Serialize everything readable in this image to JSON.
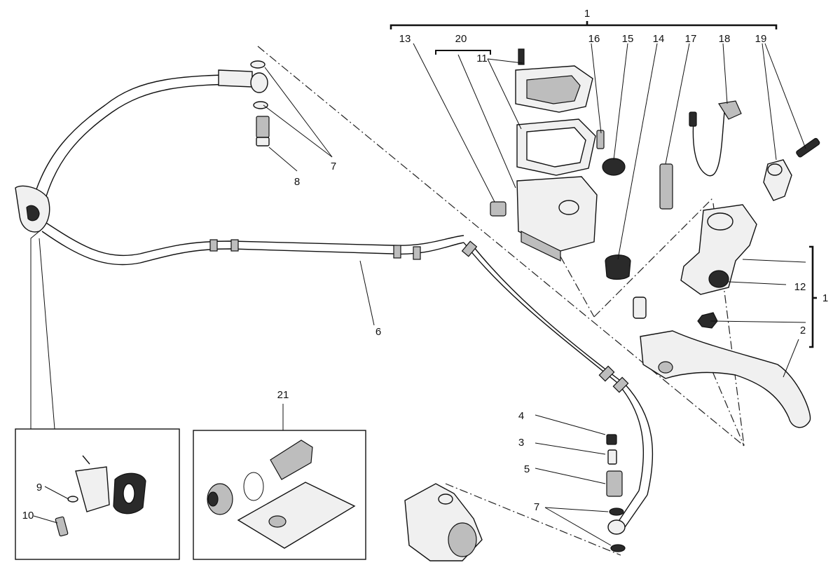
{
  "callouts": {
    "c1": "1",
    "c1b": "1",
    "c2": "2",
    "c3": "3",
    "c4": "4",
    "c5": "5",
    "c6": "6",
    "c7a": "7",
    "c7b": "7",
    "c8": "8",
    "c9": "9",
    "c10": "10",
    "c11": "11",
    "c12": "12",
    "c13": "13",
    "c14": "14",
    "c15": "15",
    "c16": "16",
    "c17": "17",
    "c18": "18",
    "c19": "19",
    "c20": "20",
    "c21": "21"
  },
  "colors": {
    "line": "#111111",
    "background": "#ffffff"
  }
}
